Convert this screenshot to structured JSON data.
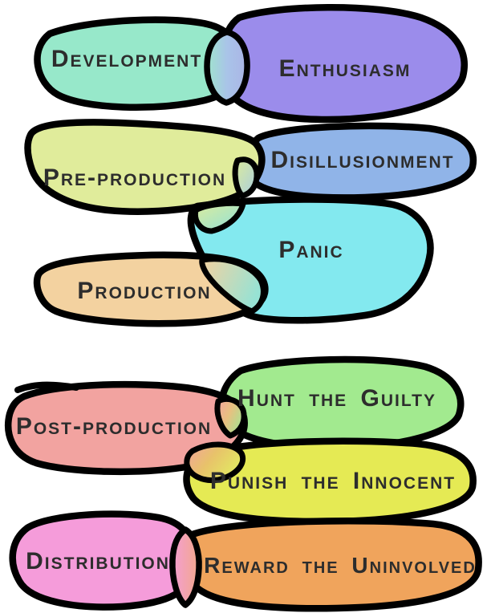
{
  "diagram": {
    "background": "#ffffff",
    "outline_color": "#000000",
    "label_color": "#2d2d2d",
    "stages": [
      {
        "label": "Development",
        "color": "#97e8ca"
      },
      {
        "label": "Pre-production",
        "color": "#e0ec9b"
      },
      {
        "label": "Production",
        "color": "#f3d2a0"
      },
      {
        "label": "Post-production",
        "color": "#f2a3a0"
      },
      {
        "label": "Distribution",
        "color": "#f59cda"
      }
    ],
    "phases": [
      {
        "label": "Enthusiasm",
        "color": "#9b8ceb"
      },
      {
        "label": "Disillusionment",
        "color": "#90b4e8"
      },
      {
        "label": "Panic",
        "color": "#83e9ef"
      },
      {
        "label": "Hunt the Guilty",
        "color": "#a2ea8f"
      },
      {
        "label": "Punish the Innocent",
        "color": "#e5ea54"
      },
      {
        "label": "Reward the Uninvolved",
        "color": "#f0a45c"
      }
    ],
    "overlaps": [
      {
        "between": [
          "Development",
          "Enthusiasm"
        ],
        "blend": "#a9c4e8"
      },
      {
        "between": [
          "Pre-production",
          "Disillusionment"
        ],
        "blend": "#bcd8c8"
      },
      {
        "between": [
          "Pre-production",
          "Panic"
        ],
        "blend": "#b4e6c2"
      },
      {
        "between": [
          "Production",
          "Panic"
        ],
        "blend": "#c2ddc0"
      },
      {
        "between": [
          "Post-production",
          "Hunt the Guilty"
        ],
        "blend": "#e0bd88"
      },
      {
        "between": [
          "Post-production",
          "Punish the Innocent"
        ],
        "blend": "#ecc06c"
      },
      {
        "between": [
          "Distribution",
          "Reward the Uninvolved"
        ],
        "blend": "#f4a68e"
      }
    ]
  }
}
